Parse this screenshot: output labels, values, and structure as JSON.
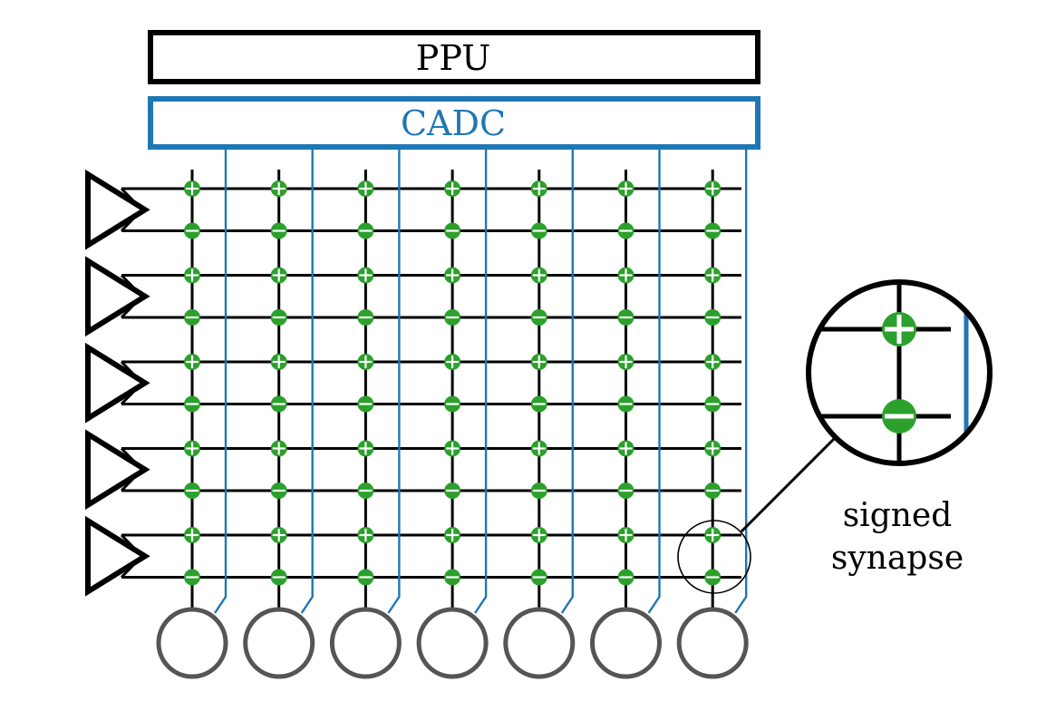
{
  "blocks": {
    "ppu": {
      "label": "PPU"
    },
    "cadc": {
      "label": "CADC"
    }
  },
  "array": {
    "rows": 5,
    "columns": 7,
    "synapse_signs": [
      "+",
      "−"
    ]
  },
  "inset": {
    "caption_line1": "signed",
    "caption_line2": "synapse"
  },
  "colors": {
    "black": "#000000",
    "blue": "#1f77b4",
    "green": "#2ca02c",
    "neuron_outline": "#555555"
  },
  "icons": {
    "driver": "triangle-driver-icon",
    "synapse_plus": "plus-synapse-icon",
    "synapse_minus": "minus-synapse-icon",
    "neuron": "neuron-circle-icon",
    "zoom": "magnifier-circle-icon"
  }
}
